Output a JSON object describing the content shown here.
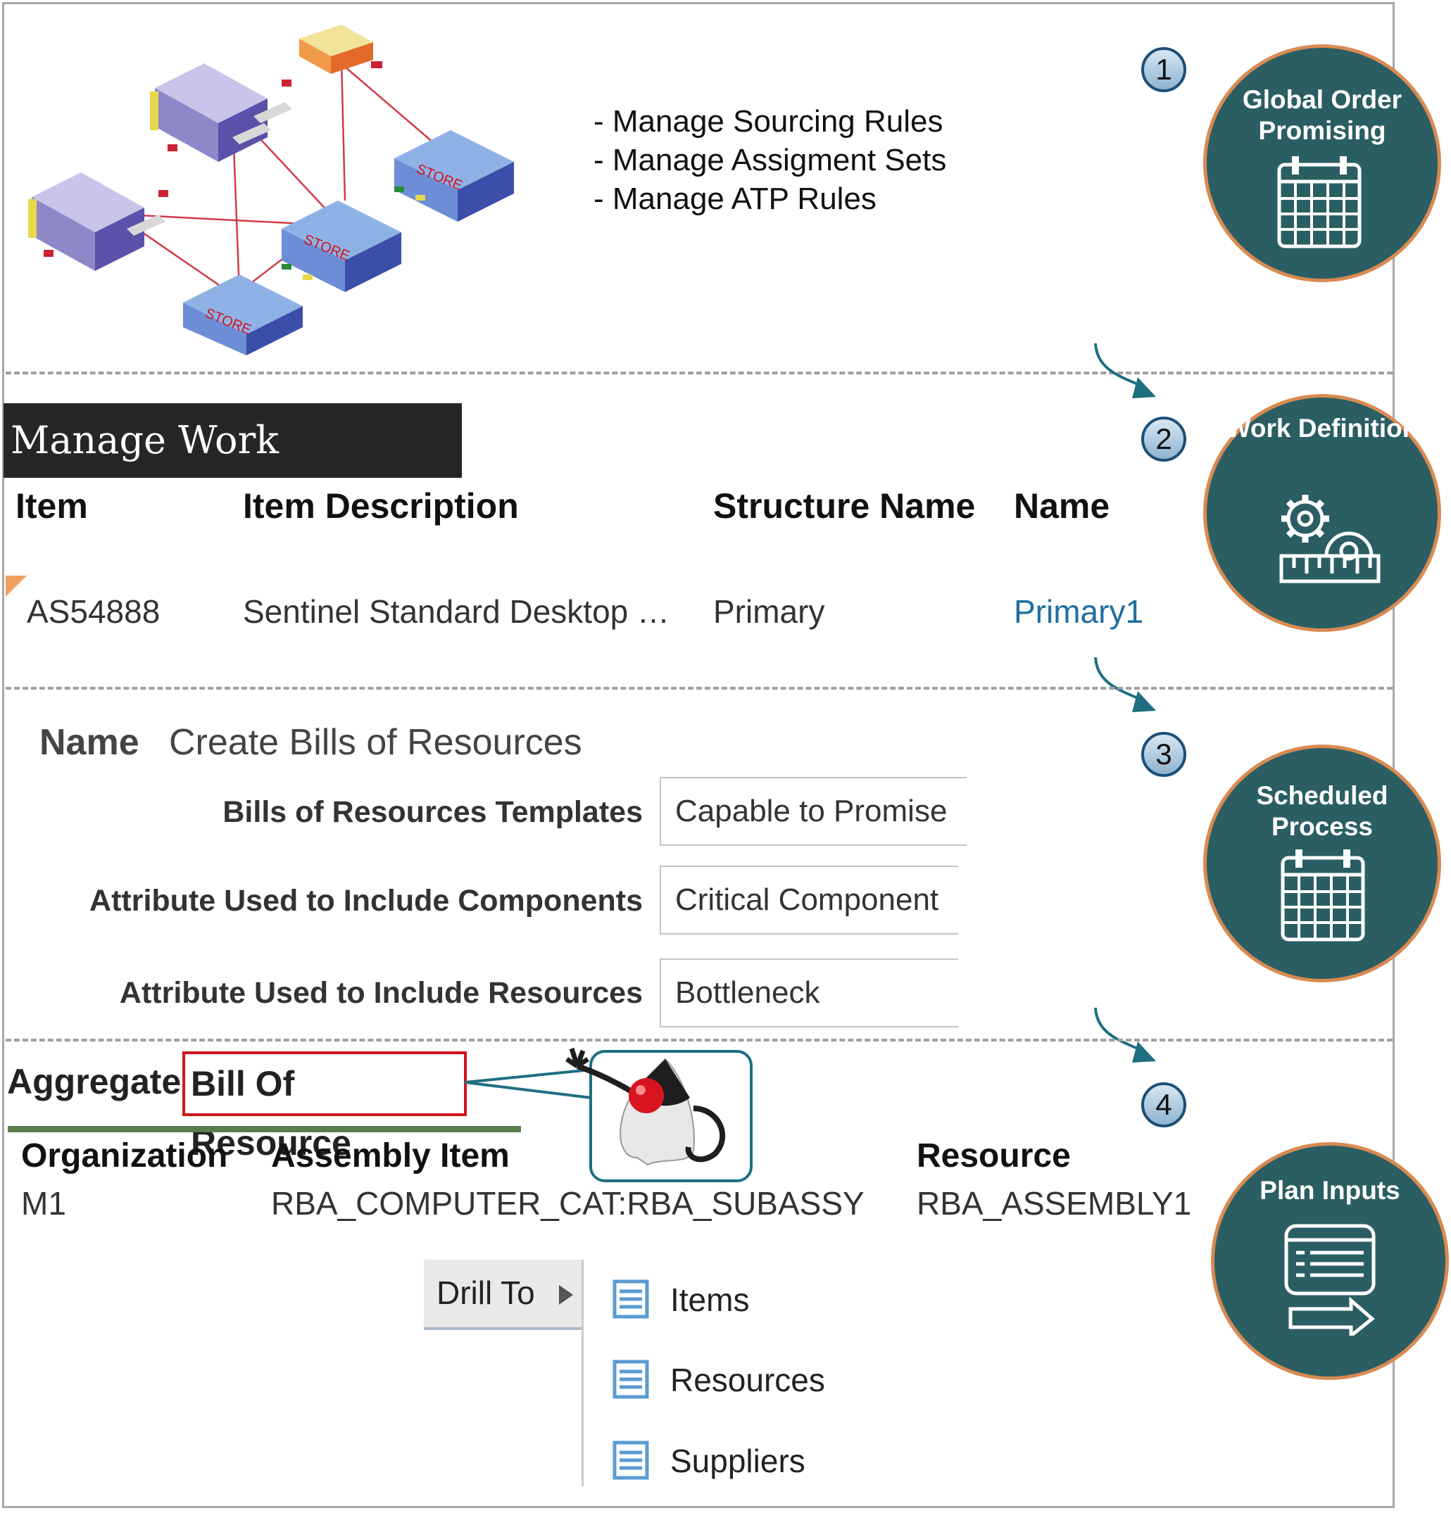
{
  "steps": [
    {
      "number": "1",
      "circle_title": "Global Order Promising",
      "icon": "calendar-icon"
    },
    {
      "number": "2",
      "circle_title": "Work Definition",
      "icon": "gears-ruler-icon"
    },
    {
      "number": "3",
      "circle_title": "Scheduled Process",
      "icon": "calendar-icon"
    },
    {
      "number": "4",
      "circle_title": "Plan Inputs",
      "icon": "document-arrow-icon"
    }
  ],
  "section1": {
    "tasks": [
      "- Manage Sourcing Rules",
      "- Manage Assigment Sets",
      "- Manage ATP Rules"
    ]
  },
  "section2": {
    "title": "Manage Work Definitions",
    "headers": {
      "item": "Item",
      "description": "Item Description",
      "structure": "Structure Name",
      "name": "Name"
    },
    "row": {
      "item": "AS54888",
      "description": "Sentinel Standard Desktop …",
      "structure": "Primary",
      "name": "Primary1"
    }
  },
  "section3": {
    "name_label": "Name",
    "name_value": "Create Bills of Resources",
    "fields": [
      {
        "label": "Bills of Resources Templates",
        "value": "Capable to Promise"
      },
      {
        "label": "Attribute Used to Include Components",
        "value": "Critical Component"
      },
      {
        "label": "Attribute Used to Include Resources",
        "value": "Bottleneck"
      }
    ]
  },
  "section4": {
    "title_prefix": "Aggregate",
    "title_highlight": "Bill Of Resource",
    "headers": {
      "organization": "Organization",
      "assembly": "Assembly Item",
      "resource": "Resource"
    },
    "row": {
      "organization": "M1",
      "assembly": "RBA_COMPUTER_CAT:RBA_SUBASSY",
      "resource": "RBA_ASSEMBLY1"
    },
    "drill_to": "Drill To",
    "menu": [
      "Items",
      "Resources",
      "Suppliers"
    ]
  },
  "colors": {
    "circle": "#2a5e63",
    "circle_border": "#d98a52",
    "link": "#1f6f9f",
    "highlight_box": "#d0141e",
    "callout": "#1f6f80"
  }
}
